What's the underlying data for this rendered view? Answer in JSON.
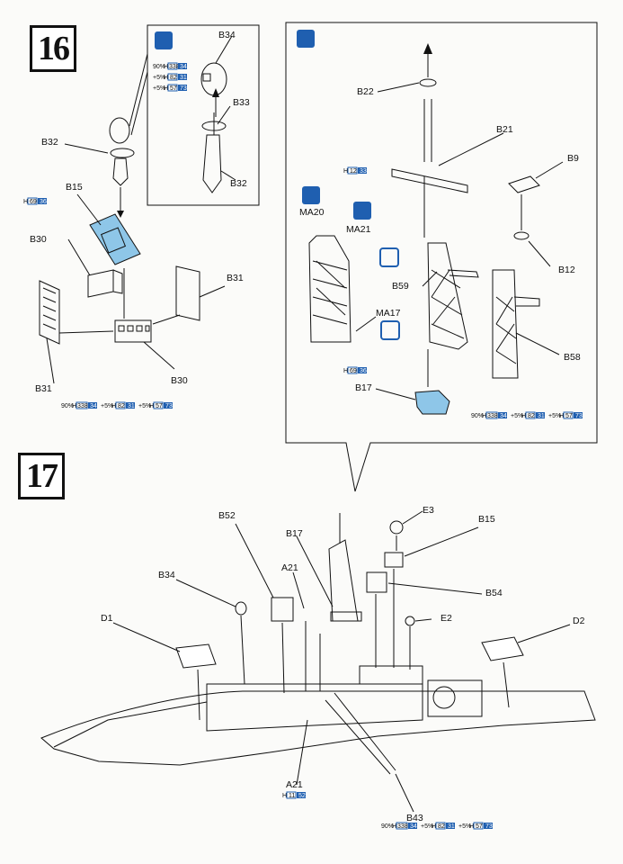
{
  "steps": {
    "s16": "16",
    "s17": "17"
  },
  "labels": {
    "b34_top": "B34",
    "b33": "B33",
    "b32_detail": "B32",
    "b32": "B32",
    "b15_16": "B15",
    "b30_top": "B30",
    "b31_right": "B31",
    "b31_left": "B31",
    "b30_bottom": "B30",
    "b22": "B22",
    "b21": "B21",
    "b9": "B9",
    "ma20": "MA20",
    "ma21": "MA21",
    "b12": "B12",
    "b59": "B59",
    "ma17": "MA17",
    "b58": "B58",
    "b17_inset": "B17",
    "e3": "E3",
    "b15_17": "B15",
    "b52": "B52",
    "b17": "B17",
    "a21_top": "A21",
    "b54": "B54",
    "b34_17": "B34",
    "e2": "E2",
    "d1": "D1",
    "d2": "D2",
    "a21_bottom": "A21",
    "b43": "B43"
  },
  "paint": {
    "c90": "90%",
    "h": "H",
    "p5": "+5%",
    "c338": "338",
    "c34": "34",
    "c82": "82",
    "c31": "31",
    "c57": "57",
    "c73": "73",
    "c69": "69",
    "c36": "36",
    "c12": "12",
    "c33": "33",
    "c11": "11",
    "c52": "52"
  },
  "colors": {
    "paint_blue": "#1f5fb0",
    "blueprint": "#8ec6e8",
    "ink": "#111111"
  },
  "icons": [
    "cement-icon",
    "paint-drop-icon",
    "rotate-icon",
    "attach-arrow-icon"
  ]
}
